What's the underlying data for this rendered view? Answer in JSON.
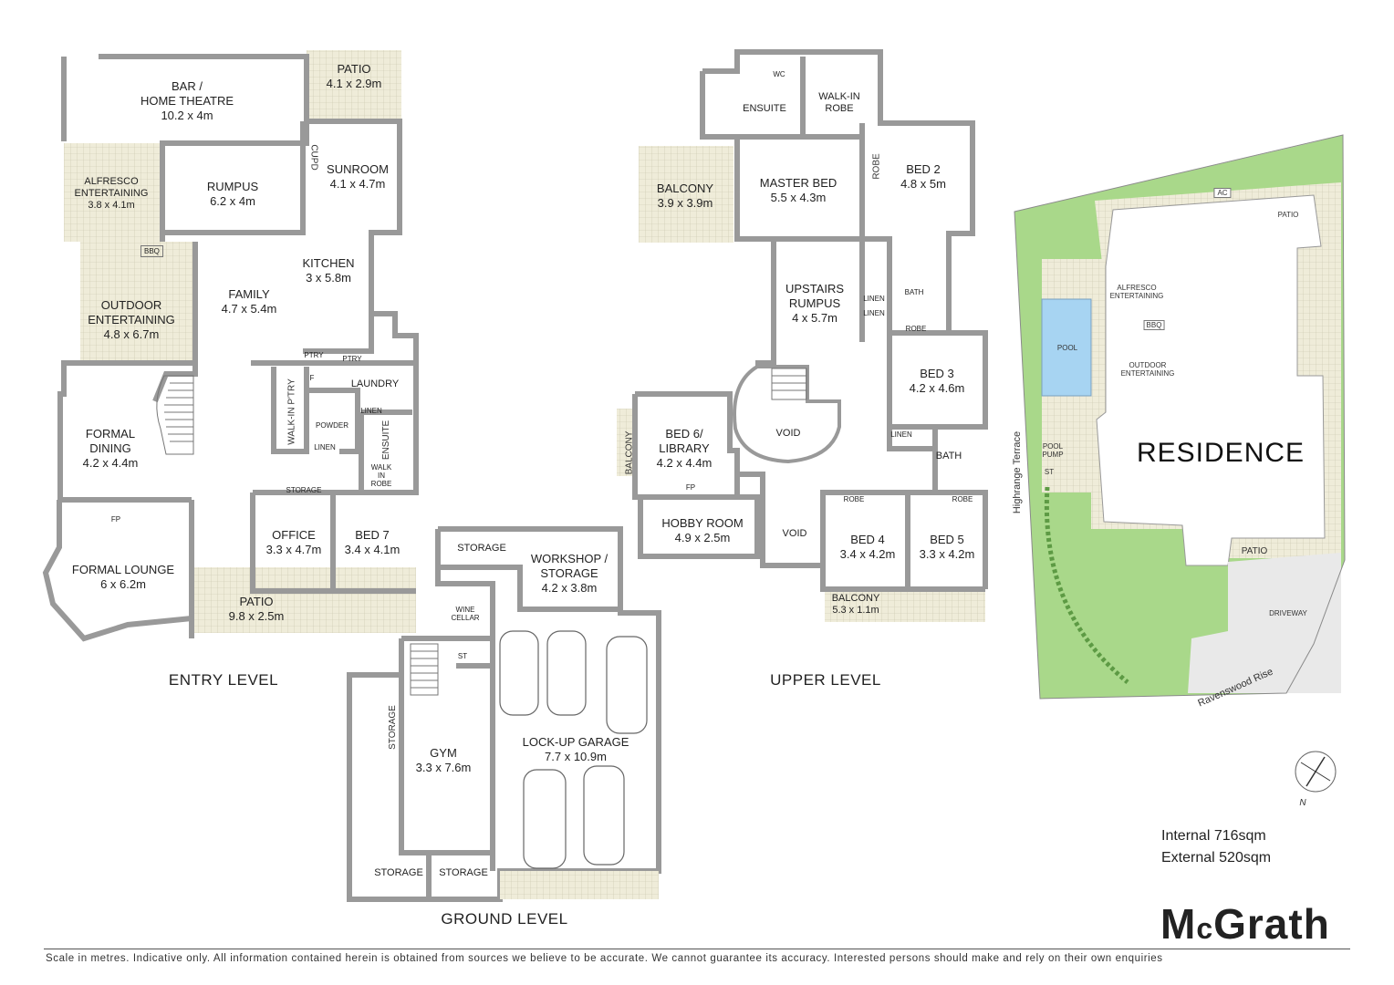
{
  "colors": {
    "wall": "#9a9a9a",
    "paving": "#ece9d6",
    "grid": "#b9b6a0",
    "lawn": "#a9d88a",
    "pool": "#a7d4f2",
    "text": "#222222"
  },
  "levels": {
    "entry": "ENTRY LEVEL",
    "upper": "UPPER LEVEL",
    "ground": "GROUND LEVEL"
  },
  "entry_rooms": {
    "bar": {
      "name": "BAR /\nHOME THEATRE",
      "dim": "10.2 x 4m"
    },
    "patio_top": {
      "name": "PATIO",
      "dim": "4.1 x 2.9m"
    },
    "alfresco": {
      "name": "ALFRESCO\nENTERTAINING",
      "dim": "3.8 x 4.1m"
    },
    "rumpus": {
      "name": "RUMPUS",
      "dim": "6.2 x 4m"
    },
    "sunroom": {
      "name": "SUNROOM",
      "dim": "4.1 x 4.7m"
    },
    "cupd": "CUPD",
    "bbq": "BBQ",
    "outdoor": {
      "name": "OUTDOOR\nENTERTAINING",
      "dim": "4.8 x 6.7m"
    },
    "family": {
      "name": "FAMILY",
      "dim": "4.7 x 5.4m"
    },
    "kitchen": {
      "name": "KITCHEN",
      "dim": "3 x 5.8m"
    },
    "ptry1": "PTRY",
    "ptry2": "PTRY",
    "fridge": "F",
    "walkin_ptry": "WALK-IN P'TRY",
    "laundry": "LAUNDRY",
    "powder": "POWDER",
    "linen1": "LINEN",
    "linen2": "LINEN",
    "ensuite": "ENSUITE",
    "walkin_robe": "WALK\nIN\nROBE",
    "formal_dining": {
      "name": "FORMAL\nDINING",
      "dim": "4.2 x 4.4m"
    },
    "storage": "STORAGE",
    "fp": "FP",
    "office": {
      "name": "OFFICE",
      "dim": "3.3 x 4.7m"
    },
    "bed7": {
      "name": "BED 7",
      "dim": "3.4 x 4.1m"
    },
    "formal_lounge": {
      "name": "FORMAL LOUNGE",
      "dim": "6 x 6.2m"
    },
    "patio_entry": {
      "name": "PATIO",
      "dim": "9.8 x 2.5m"
    }
  },
  "upper_rooms": {
    "wc": "WC",
    "ensuite": "ENSUITE",
    "walkin_robe": "WALK-IN\nROBE",
    "balcony1": {
      "name": "BALCONY",
      "dim": "3.9 x 3.9m"
    },
    "master": {
      "name": "MASTER BED",
      "dim": "5.5 x 4.3m"
    },
    "robe_vert": "ROBE",
    "bed2": {
      "name": "BED 2",
      "dim": "4.8 x 5m"
    },
    "rumpus": {
      "name": "UPSTAIRS\nRUMPUS",
      "dim": "4 x 5.7m"
    },
    "linen_a": "LINEN",
    "linen_b": "LINEN",
    "bath1": "BATH",
    "robe_a": "ROBE",
    "bed3": {
      "name": "BED 3",
      "dim": "4.2 x 4.6m"
    },
    "void1": "VOID",
    "balcony_side": "BALCONY",
    "bed6": {
      "name": "BED 6/\nLIBRARY",
      "dim": "4.2 x 4.4m"
    },
    "fp": "FP",
    "linen_c": "LINEN",
    "bath2": "BATH",
    "hobby": {
      "name": "HOBBY ROOM",
      "dim": "4.9 x 2.5m"
    },
    "void2": "VOID",
    "robe_b": "ROBE",
    "robe_c": "ROBE",
    "bed4": {
      "name": "BED 4",
      "dim": "3.4 x 4.2m"
    },
    "bed5": {
      "name": "BED 5",
      "dim": "3.3 x 4.2m"
    },
    "balcony2": {
      "name": "BALCONY",
      "dim": "5.3 x 1.1m"
    }
  },
  "ground_rooms": {
    "storage_a": "STORAGE",
    "workshop": {
      "name": "WORKSHOP /\nSTORAGE",
      "dim": "4.2 x 3.8m"
    },
    "wine": "WINE\nCELLAR",
    "st": "ST",
    "storage_vert": "STORAGE",
    "gym": {
      "name": "GYM",
      "dim": "3.3 x 7.6m"
    },
    "garage": {
      "name": "LOCK-UP GARAGE",
      "dim": "7.7 x 10.9m"
    },
    "storage_b": "STORAGE",
    "storage_c": "STORAGE"
  },
  "site": {
    "ac": "AC",
    "patio1": "PATIO",
    "alfresco": "ALFRESCO\nENTERTAINING",
    "bbq": "BBQ",
    "pool": "POOL",
    "outdoor": "OUTDOOR\nENTERTAINING",
    "residence": "RESIDENCE",
    "pool_pump": "POOL\nPUMP",
    "st": "ST",
    "patio2": "PATIO",
    "driveway": "DRIVEWAY",
    "street1": "Highrange Terrace",
    "street2": "Ravenswood Rise",
    "north": "N"
  },
  "areas": {
    "internal": "Internal 716sqm",
    "external": "External 520sqm"
  },
  "brand": {
    "pre": "M",
    "c": "c",
    "post": "Grath"
  },
  "disclaimer": "Scale in metres. Indicative only. All information contained herein is obtained from sources we believe to be accurate. We cannot guarantee its accuracy. Interested persons should make and rely on their own enquiries"
}
